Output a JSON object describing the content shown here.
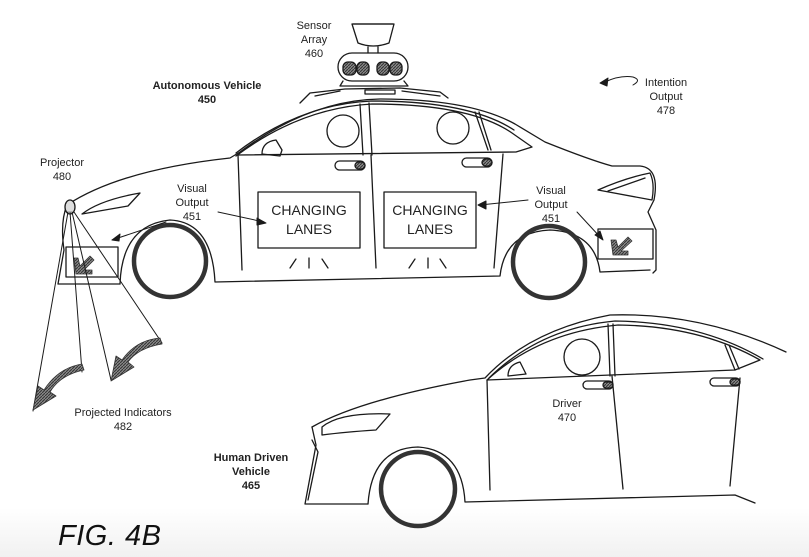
{
  "figure": {
    "caption": "FIG. 4B",
    "line_color": "#1a1a1a",
    "hatch_color": "#555555"
  },
  "labels": {
    "sensor_array": {
      "name": "Sensor",
      "name2": "Array",
      "ref": "460"
    },
    "autonomous_vehicle": {
      "name": "Autonomous Vehicle",
      "ref": "450"
    },
    "intention_output": {
      "name": "Intention",
      "name2": "Output",
      "ref": "478"
    },
    "projector": {
      "name": "Projector",
      "ref": "480"
    },
    "visual_output_left": {
      "name": "Visual",
      "name2": "Output",
      "ref": "451"
    },
    "visual_output_right": {
      "name": "Visual",
      "name2": "Output",
      "ref": "451"
    },
    "projected_indicators": {
      "name": "Projected Indicators",
      "ref": "482"
    },
    "human_driven_vehicle": {
      "name": "Human Driven",
      "name2": "Vehicle",
      "ref": "465"
    },
    "driver": {
      "name": "Driver",
      "ref": "470"
    }
  },
  "signs": [
    {
      "line1": "CHANGING",
      "line2": "LANES"
    },
    {
      "line1": "CHANGING",
      "line2": "LANES"
    }
  ]
}
